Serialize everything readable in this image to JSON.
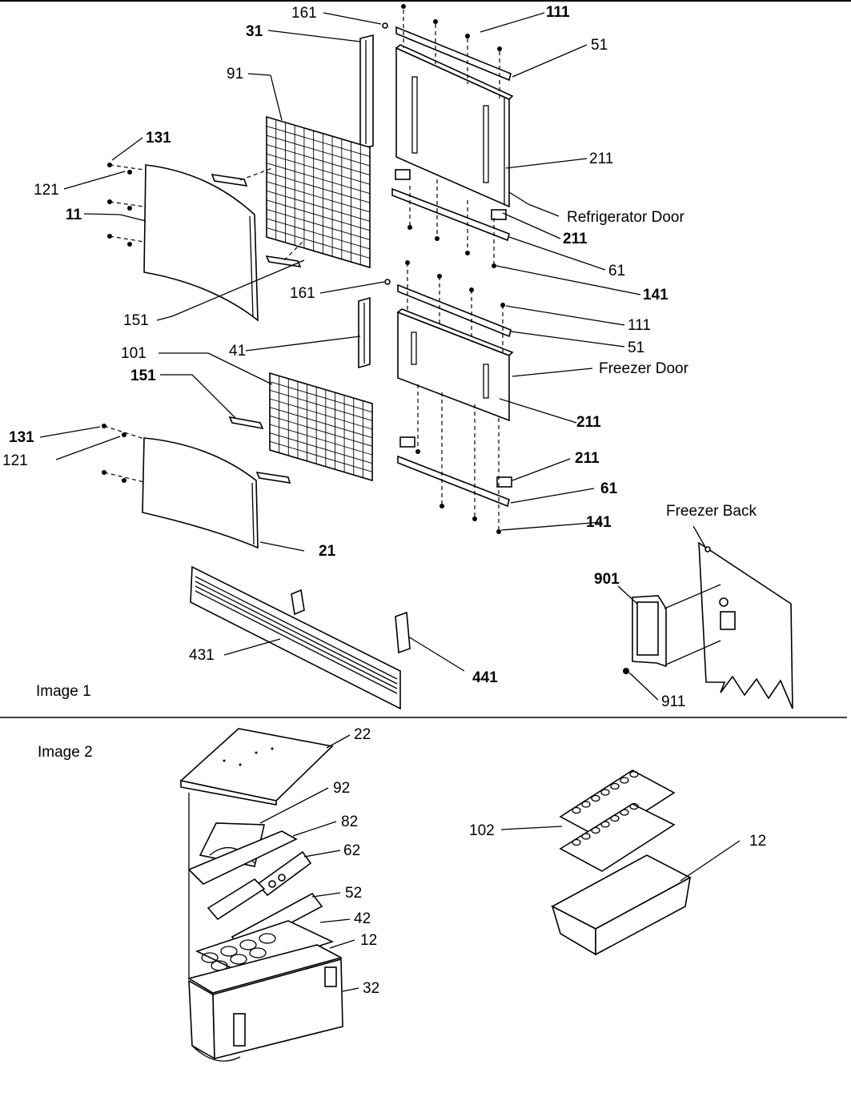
{
  "sections": {
    "image1": "Image 1",
    "image2": "Image 2"
  },
  "labels": {
    "l161a": "161",
    "l31": "31",
    "l111a": "111",
    "l51a": "51",
    "l91": "91",
    "l131a": "131",
    "l121a": "121",
    "l11": "11",
    "l211a": "211",
    "lref": "Refrigerator Door",
    "l211b": "211",
    "l61a": "61",
    "l151a": "151",
    "l161b": "161",
    "l141a": "141",
    "l111b": "111",
    "l41": "41",
    "l51b": "51",
    "lfrz": "Freezer Door",
    "l101": "101",
    "l151b": "151",
    "l211c": "211",
    "l131b": "131",
    "l121b": "121",
    "l211d": "211",
    "l61b": "61",
    "l141b": "141",
    "l21": "21",
    "lback": "Freezer Back",
    "l901": "901",
    "l431": "431",
    "l441": "441",
    "l911": "911",
    "l22": "22",
    "l92": "92",
    "l82": "82",
    "l62": "62",
    "l52": "52",
    "l42": "42",
    "l12a": "12",
    "l32": "32",
    "l102": "102",
    "l12b": "12"
  }
}
